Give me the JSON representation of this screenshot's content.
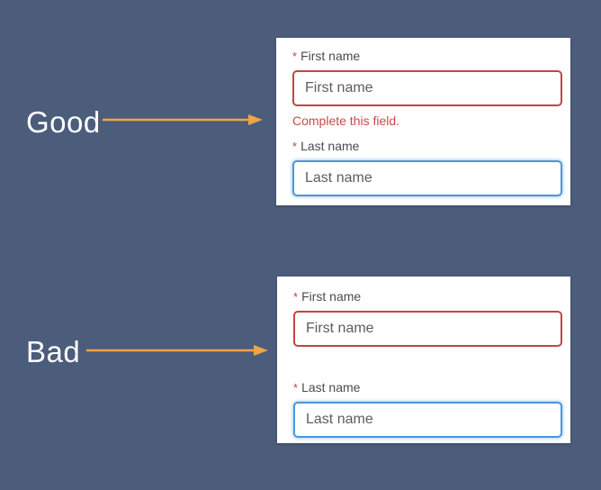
{
  "annotations": {
    "good_label": "Good",
    "bad_label": "Bad"
  },
  "good_panel": {
    "first_name": {
      "required": "*",
      "label": "First name",
      "placeholder": "First name"
    },
    "error_message": "Complete this field.",
    "last_name": {
      "required": "*",
      "label": "Last name",
      "placeholder": "Last name"
    }
  },
  "bad_panel": {
    "first_name": {
      "required": "*",
      "label": "First name",
      "placeholder": "First name"
    },
    "last_name": {
      "required": "*",
      "label": "Last name",
      "placeholder": "Last name"
    }
  },
  "colors": {
    "page_bg": "#4c5c7b",
    "arrow_orange": "#efa44a",
    "error_red": "#c4453e",
    "error_text": "#c94a42",
    "focus_blue": "#4d97da",
    "label_text": "#4b4b50",
    "placeholder_text": "#5c5d62"
  }
}
